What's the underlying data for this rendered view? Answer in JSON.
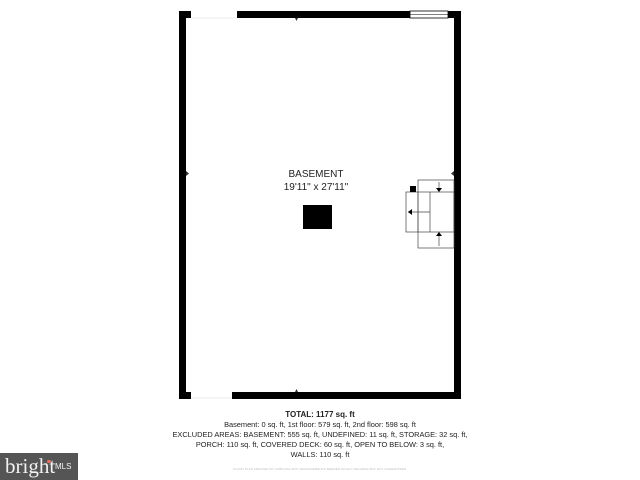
{
  "room": {
    "name": "BASEMENT",
    "dimensions": "19'11\" x 27'11\""
  },
  "summary": {
    "total": "TOTAL: 1177 sq. ft",
    "line1": "Basement: 0 sq. ft, 1st floor: 579 sq. ft, 2nd floor: 598 sq. ft",
    "line2": "EXCLUDED AREAS: BASEMENT: 555 sq. ft, UNDEFINED: 11 sq. ft, STORAGE: 32 sq. ft,",
    "line3": "PORCH: 110 sq. ft, COVERED DECK: 60 sq. ft, OPEN TO BELOW: 3 sq. ft,",
    "line4": "WALLS: 110 sq. ft",
    "disclaimer": "FLOOR PLAN CREATED BY CUBICASA APP. MEASUREMENTS DEEMED HIGHLY RELIABLE BUT NOT GUARANTEED."
  },
  "logo": {
    "brand": "bright",
    "suffix": "MLS",
    "background": "#555555"
  }
}
